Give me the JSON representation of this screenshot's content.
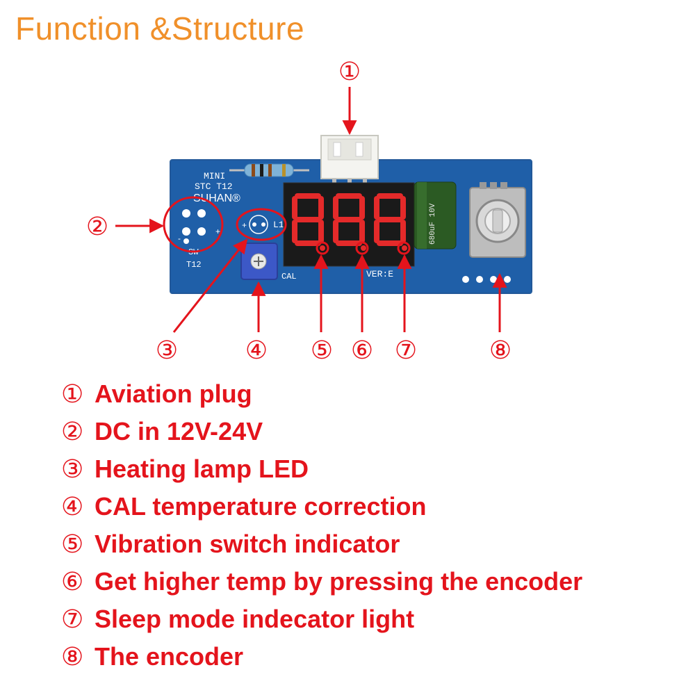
{
  "title": "Function &Structure",
  "board": {
    "silkscreen_model_1": "MINI",
    "silkscreen_model_2": "STC T12",
    "silkscreen_brand": "SUHAN®",
    "silkscreen_sw": "SW",
    "silkscreen_t12": "T12",
    "silkscreen_l1": "L1",
    "silkscreen_cal": "CAL",
    "silkscreen_ver": "VER:E",
    "capacitor_text": "680uF 10V",
    "display_digits": "888"
  },
  "callouts": [
    "①",
    "②",
    "③",
    "④",
    "⑤",
    "⑥",
    "⑦",
    "⑧"
  ],
  "legend": [
    {
      "num": "①",
      "text": "Aviation plug"
    },
    {
      "num": "②",
      "text": "DC in 12V-24V"
    },
    {
      "num": "③",
      "text": "Heating lamp LED"
    },
    {
      "num": "④",
      "text": "CAL temperature correction"
    },
    {
      "num": "⑤",
      "text": "Vibration switch indicator"
    },
    {
      "num": "⑥",
      "text": "Get higher temp by pressing the encoder"
    },
    {
      "num": "⑦",
      "text": "Sleep mode indecator light"
    },
    {
      "num": "⑧",
      "text": "The encoder"
    }
  ],
  "colors": {
    "title": "#f0902a",
    "accent": "#e4141c",
    "pcb": "#1f5fa8"
  }
}
